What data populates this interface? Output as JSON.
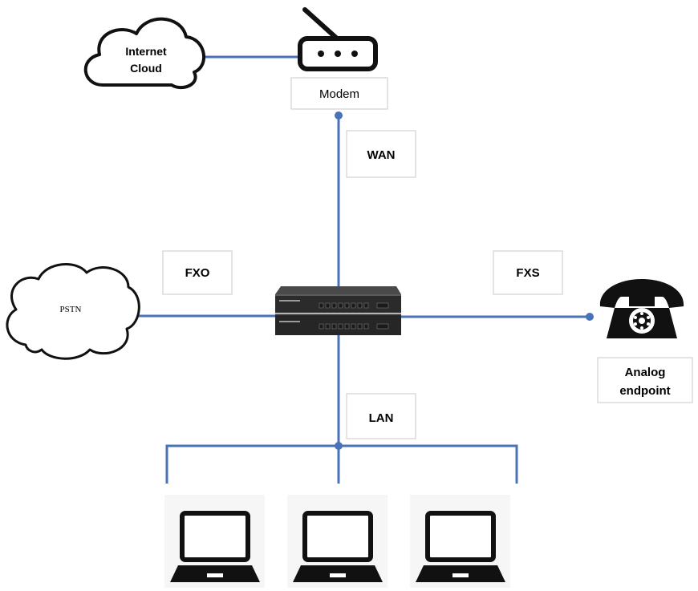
{
  "labels": {
    "internet_cloud": [
      "Internet",
      "Cloud"
    ],
    "modem": "Modem",
    "wan": "WAN",
    "fxo": "FXO",
    "fxs": "FXS",
    "pstn": "PSTN",
    "analog_endpoint": [
      "Analog",
      "endpoint"
    ],
    "lan": "LAN"
  },
  "colors": {
    "link": "#4a72b8",
    "device": "#2b2b2b",
    "box_border": "#c9c9c9"
  },
  "icons": [
    "cloud-icon",
    "router-icon",
    "pbx-gateway-icon",
    "telephone-icon",
    "laptop-icon"
  ]
}
